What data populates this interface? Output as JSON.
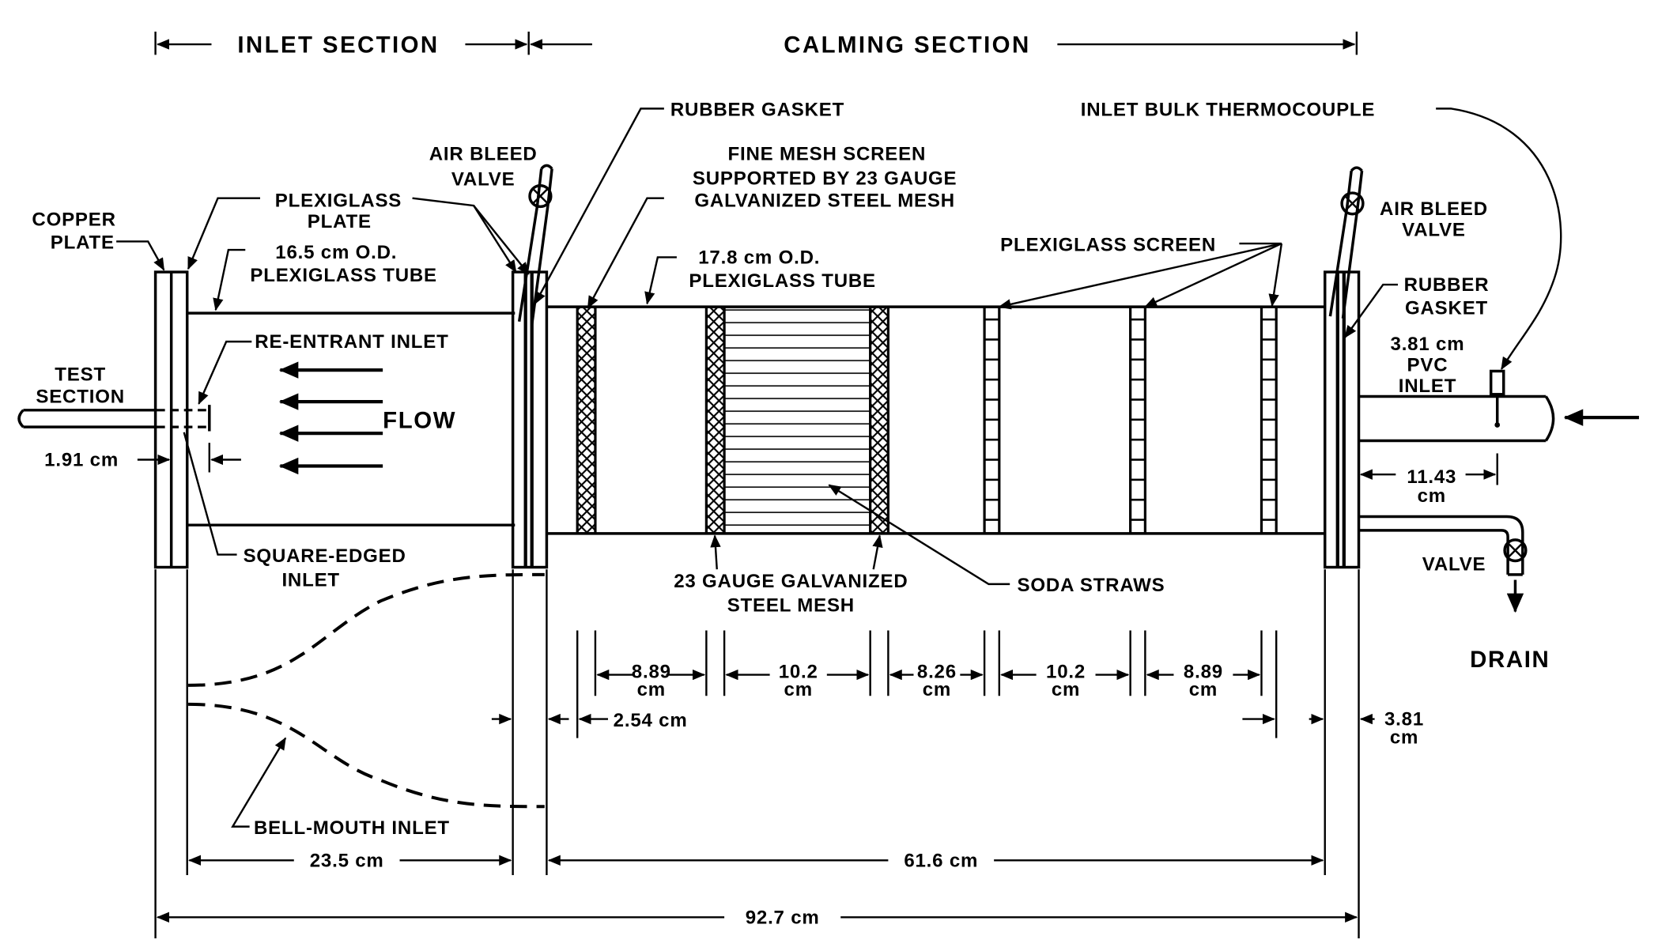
{
  "labels": {
    "inlet_section": "INLET SECTION",
    "calming_section": "CALMING SECTION",
    "rubber_gasket_top": "RUBBER GASKET",
    "inlet_bulk_thermocouple": "INLET BULK THERMOCOUPLE",
    "air_bleed_valve_left_1": "AIR BLEED",
    "air_bleed_valve_left_2": "VALVE",
    "fine_mesh_1": "FINE MESH SCREEN",
    "fine_mesh_2": "SUPPORTED BY 23 GAUGE",
    "fine_mesh_3": "GALVANIZED STEEL MESH",
    "air_bleed_valve_right_1": "AIR BLEED",
    "air_bleed_valve_right_2": "VALVE",
    "copper_plate_1": "COPPER",
    "copper_plate_2": "PLATE",
    "plexiglass_plate_1": "PLEXIGLASS",
    "plexiglass_plate_2": "PLATE",
    "tube_165_1": "16.5 cm O.D.",
    "tube_165_2": "PLEXIGLASS TUBE",
    "tube_178_1": "17.8 cm O.D.",
    "tube_178_2": "PLEXIGLASS TUBE",
    "plexiglass_screen": "PLEXIGLASS SCREEN",
    "rubber_gasket_right_1": "RUBBER",
    "rubber_gasket_right_2": "GASKET",
    "re_entrant_inlet": "RE-ENTRANT INLET",
    "test_section_1": "TEST",
    "test_section_2": "SECTION",
    "pvc_inlet_1": "3.81 cm",
    "pvc_inlet_2": "PVC",
    "pvc_inlet_3": "INLET",
    "flow": "FLOW",
    "dim_191": "1.91 cm",
    "dim_1143_1": "11.43",
    "dim_1143_2": "cm",
    "square_edged_1": "SQUARE-EDGED",
    "square_edged_2": "INLET",
    "steel_mesh_1": "23 GAUGE GALVANIZED",
    "steel_mesh_2": "STEEL MESH",
    "soda_straws": "SODA STRAWS",
    "valve": "VALVE",
    "drain": "DRAIN",
    "dim_889a_1": "8.89",
    "dim_889a_2": "cm",
    "dim_102a_1": "10.2",
    "dim_102a_2": "cm",
    "dim_826_1": "8.26",
    "dim_826_2": "cm",
    "dim_102b_1": "10.2",
    "dim_102b_2": "cm",
    "dim_889b_1": "8.89",
    "dim_889b_2": "cm",
    "dim_254": "2.54 cm",
    "dim_381_1": "3.81",
    "dim_381_2": "cm",
    "bell_mouth_inlet": "BELL-MOUTH INLET",
    "dim_235": "23.5 cm",
    "dim_616": "61.6 cm",
    "dim_927": "92.7 cm"
  }
}
